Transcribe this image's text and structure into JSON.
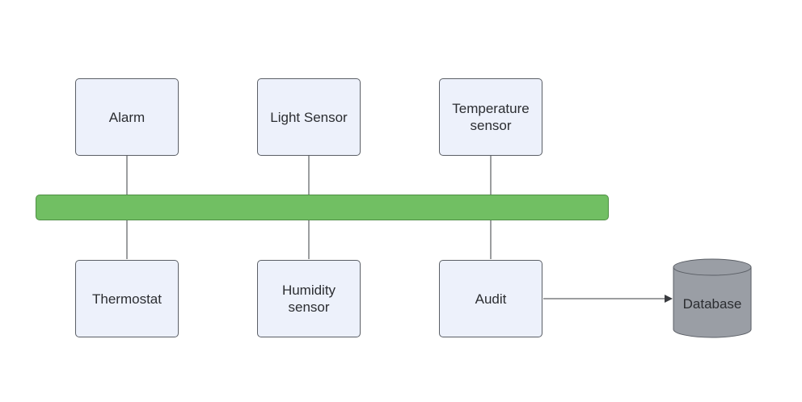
{
  "diagram": {
    "colors": {
      "node_fill": "#edf1fb",
      "node_border": "#5b5f66",
      "bus_fill": "#71bf63",
      "database_fill": "#9a9ea5",
      "connector": "#3a3c40"
    },
    "top_nodes": [
      {
        "label": "Alarm"
      },
      {
        "label": "Light Sensor"
      },
      {
        "label": "Temperature sensor"
      }
    ],
    "bottom_nodes": [
      {
        "label": "Thermostat"
      },
      {
        "label": "Humidity sensor"
      },
      {
        "label": "Audit"
      }
    ],
    "database": {
      "label": "Database"
    }
  }
}
